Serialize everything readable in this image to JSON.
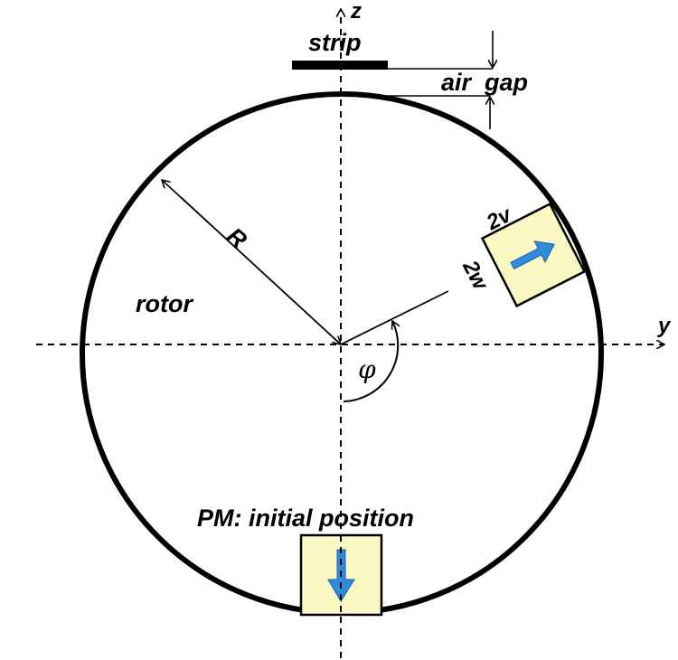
{
  "labels": {
    "z_axis": "z",
    "y_axis": "y",
    "strip": "strip",
    "air_gap": "air  gap",
    "radius": "R",
    "rotor": "rotor",
    "angle": "φ",
    "width_v": "2v",
    "width_w": "2w",
    "pm_initial": "PM: initial position"
  },
  "colors": {
    "magnet_fill": "#fbf8c4",
    "arrow_blue": "#2e8be0"
  }
}
